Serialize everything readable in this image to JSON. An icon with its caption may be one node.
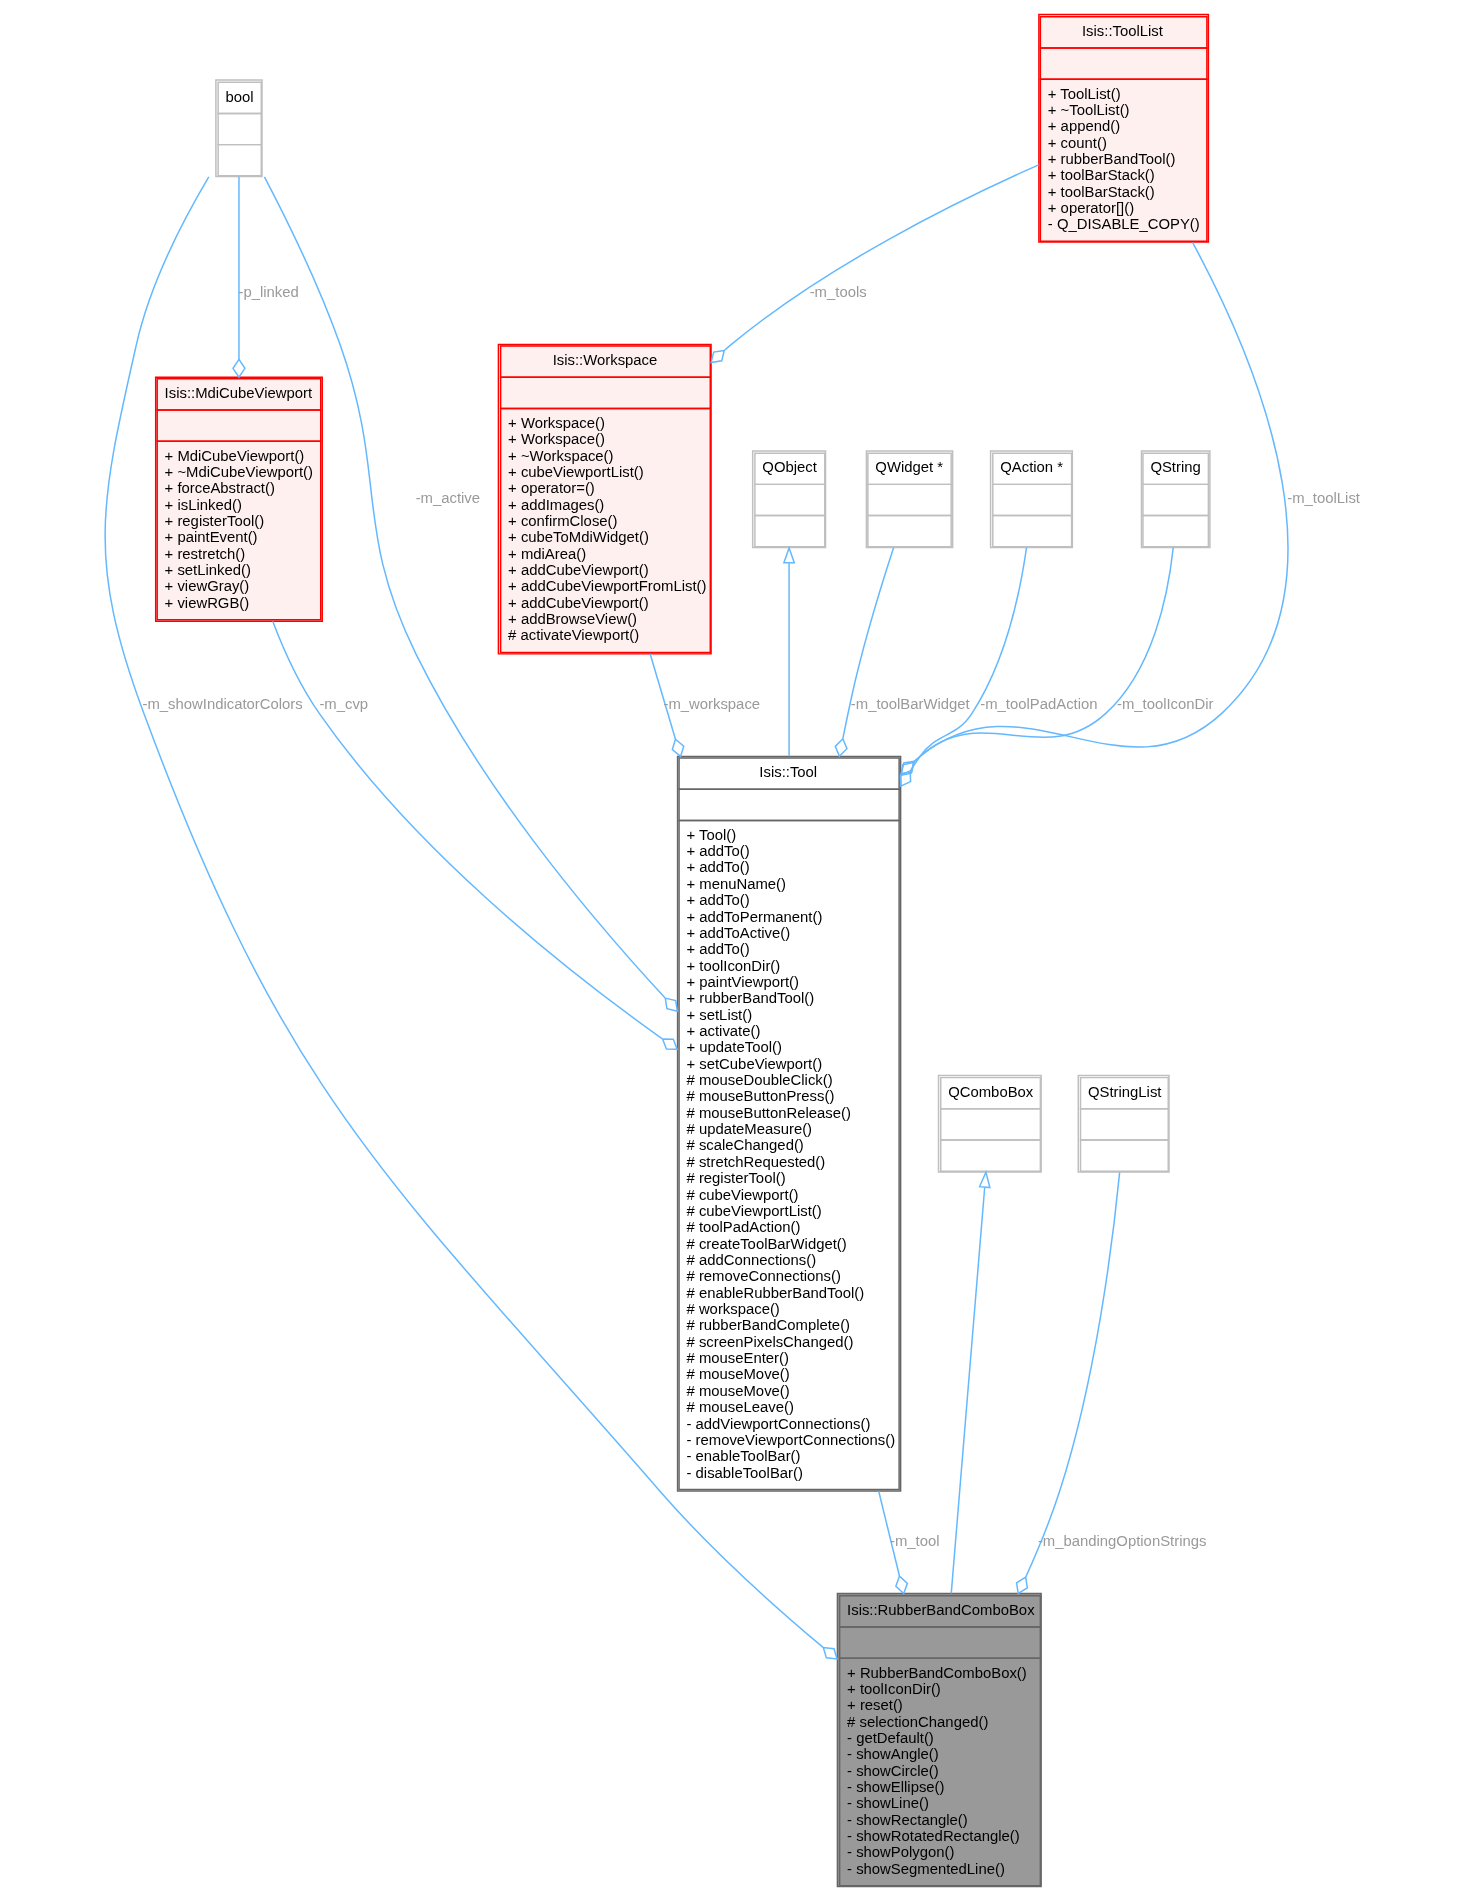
{
  "diagram": {
    "nodes": [
      {
        "text": [
          "Isis::ToolList",
          "+ ToolList()",
          "+ ~ToolList()",
          "+ append()",
          "+ count()",
          "+ rubberBandTool()",
          "+ toolBarStack()",
          "+ toolBarStack()",
          "+ operator[]()",
          "- Q_DISABLE_COPY()"
        ]
      },
      {
        "text": [
          "bool"
        ]
      },
      {
        "text": [
          "Isis::Workspace",
          "+ Workspace()",
          "+ Workspace()",
          "+ ~Workspace()",
          "+ cubeViewportList()",
          "+ operator=()",
          "+ addImages()",
          "+ confirmClose()",
          "+ cubeToMdiWidget()",
          "+ mdiArea()",
          "+ addCubeViewport()",
          "+ addCubeViewportFromList()",
          "+ addCubeViewport()",
          "+ addBrowseView()",
          "# activateViewport()"
        ]
      },
      {
        "text": [
          "Isis::MdiCubeViewport",
          "+ MdiCubeViewport()",
          "+ ~MdiCubeViewport()",
          "+ forceAbstract()",
          "+ isLinked()",
          "+ registerTool()",
          "+ paintEvent()",
          "+ restretch()",
          "+ setLinked()",
          "+ viewGray()",
          "+ viewRGB()"
        ]
      },
      {
        "text": [
          "QObject"
        ]
      },
      {
        "text": [
          "QWidget *"
        ]
      },
      {
        "text": [
          "QAction *"
        ]
      },
      {
        "text": [
          "QString"
        ]
      },
      {
        "text": [
          "Isis::Tool",
          "+ Tool()",
          "+ addTo()",
          "+ addTo()",
          "+ menuName()",
          "+ addTo()",
          "+ addToPermanent()",
          "+ addToActive()",
          "+ addTo()",
          "+ toolIconDir()",
          "+ paintViewport()",
          "+ rubberBandTool()",
          "+ setList()",
          "+ activate()",
          "+ updateTool()",
          "+ setCubeViewport()",
          "# mouseDoubleClick()",
          "# mouseButtonPress()",
          "# mouseButtonRelease()",
          "# updateMeasure()",
          "# scaleChanged()",
          "# stretchRequested()",
          "# registerTool()",
          "# cubeViewport()",
          "# cubeViewportList()",
          "# toolPadAction()",
          "# createToolBarWidget()",
          "# addConnections()",
          "# removeConnections()",
          "# enableRubberBandTool()",
          "# workspace()",
          "# rubberBandComplete()",
          "# screenPixelsChanged()",
          "# mouseEnter()",
          "# mouseMove()",
          "# mouseMove()",
          "# mouseLeave()",
          "- addViewportConnections()",
          "- removeViewportConnections()",
          "- enableToolBar()",
          "- disableToolBar()"
        ]
      },
      {
        "text": [
          "QComboBox"
        ]
      },
      {
        "text": [
          "QStringList"
        ]
      },
      {
        "text": [
          "Isis::RubberBandComboBox",
          "+ RubberBandComboBox()",
          "+ toolIconDir()",
          "+ reset()",
          "# selectionChanged()",
          "- getDefault()",
          "- showAngle()",
          "- showCircle()",
          "- showEllipse()",
          "- showLine()",
          "- showRectangle()",
          "- showRotatedRectangle()",
          "- showPolygon()",
          "- showSegmentedLine()"
        ]
      }
    ],
    "edges": [
      {
        "from": 0,
        "to": 2,
        "arrow": "other",
        "label": "-m_tools"
      },
      {
        "from": 1,
        "to": 3,
        "arrow": "other",
        "label": "-p_linked"
      },
      {
        "from": 0,
        "to": 8,
        "arrow": "other",
        "label": "-m_toolList"
      },
      {
        "from": 1,
        "to": 8,
        "arrow": "other",
        "label": "-m_active"
      },
      {
        "from": 3,
        "to": 8,
        "arrow": "other",
        "label": "-m_cvp"
      },
      {
        "from": 8,
        "to": 4,
        "arrow": "to"
      },
      {
        "from": 2,
        "to": 8,
        "arrow": "other",
        "label": "-m_workspace"
      },
      {
        "from": 5,
        "to": 8,
        "arrow": "other",
        "label": "-m_toolBarWidget"
      },
      {
        "from": 6,
        "to": 8,
        "arrow": "other",
        "label": "-m_toolPadAction"
      },
      {
        "from": 7,
        "to": 8,
        "arrow": "other",
        "label": "-m_toolIconDir"
      },
      {
        "from": 11,
        "to": 9,
        "arrow": "to"
      },
      {
        "from": 10,
        "to": 11,
        "arrow": "other",
        "label": "-m_bandingOptionStrings"
      },
      {
        "from": 1,
        "to": 11,
        "arrow": "other",
        "label": "-m_showIndicatorColors"
      },
      {
        "from": 8,
        "to": 11,
        "arrow": "other",
        "label": "-m_tool"
      }
    ]
  }
}
